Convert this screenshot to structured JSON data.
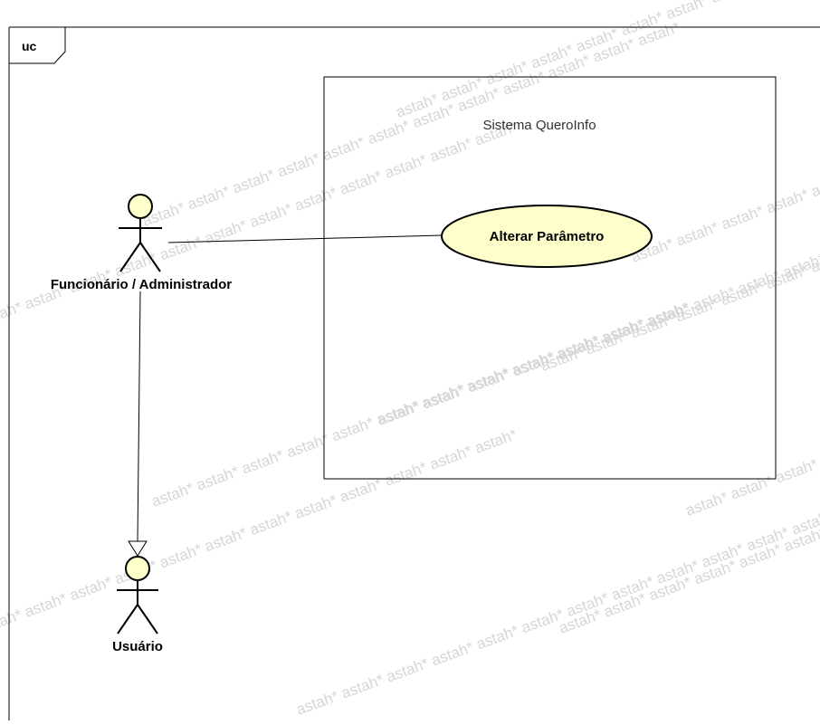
{
  "frame": {
    "tag": "uc"
  },
  "system": {
    "name": "Sistema QueroInfo"
  },
  "use_cases": [
    {
      "name": "Alterar Parâmetro"
    }
  ],
  "actors": [
    {
      "name": "Funcionário / Administrador"
    },
    {
      "name": "Usuário"
    }
  ],
  "watermark": {
    "text": "astah*"
  },
  "colors": {
    "actor_head_fill": "#ffffcc",
    "use_case_fill": "#ffffcc",
    "stroke": "#000000",
    "watermark": "#d6d6d6"
  }
}
